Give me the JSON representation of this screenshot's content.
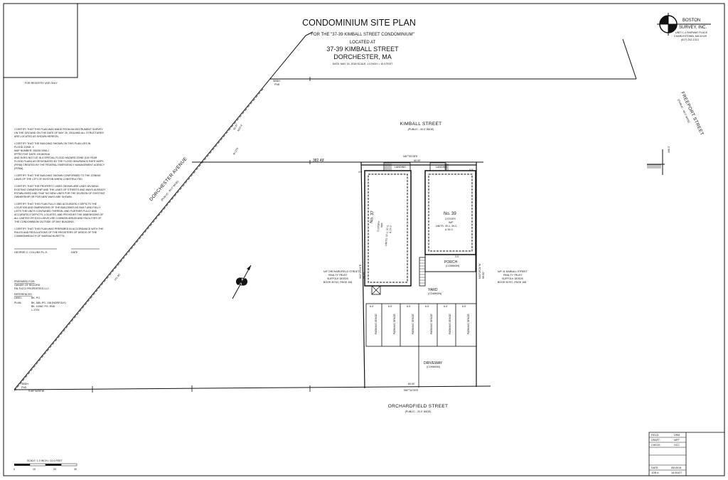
{
  "title": {
    "main": "CONDOMINIUM SITE PLAN",
    "for_line": "FOR THE \"37-39 KIMBALL STREET CONDOMINIUM\"",
    "located_at": "LOCATED AT",
    "address1": "37-39 KIMBALL STREET",
    "address2": "DORCHESTER, MA",
    "date_scale": "DATE: MAY 15, 2018      SCALE: 1.0 INCH = 10.0 FEET"
  },
  "company": {
    "name1": "BOSTON",
    "name2": "SURVEY, INC.",
    "addr1": "UNIT C-4 SHIPWAY PLACE",
    "addr2": "CHARLESTOWN, MA 02129",
    "phone": "(617) 242-1313"
  },
  "registry": "FOR REGISTRY USE ONLY",
  "certifications": {
    "c1": [
      "I CERTIFY THAT THIS PLAN WAS MADE FROM AN INSTRUMENT SURVEY",
      "ON THE GROUND ON THE DATE OF MAY 29, 2018 AND ALL STRUCTURES",
      "ARE LOCATED AS SHOWN HEREON."
    ],
    "c2": [
      "I CERTIFY THAT THE BUILDING SHOWN ON THIS PLAN LIES IN",
      "FLOOD ZONE:        X",
      "MAP NUMBER:      25025C0081J",
      "EFFECTIVE DATE:   03/16/2016",
      "AND DOES NOT LIE IN A SPECIAL FLOOD HAZARD ZONE (100 YEAR",
      "FLOOD PLAIN) AS DESIGNATED BY THE FLOOD INSURANCE RATE MAPS",
      "(FIRM) CREATED BY THE FEDERAL EMERGENCY MANAGEMENT AGENCY",
      "(FEMA)."
    ],
    "c3": [
      "I CERTIFY THAT THE BUILDING SHOWN CONFORMED TO THE ZONING",
      "LAWS OF THE CITY OF BOSTON WHEN CONSTRUCTED."
    ],
    "c4": [
      "I CERTIFY THAT THE PROPERTY LINES SHOWN ARE LINES DIVIDING",
      "EXISTING OWNERSHIP AND THE LINES OF STREETS AND WAYS ALREADY",
      "ESTABLISHED AND THAT NO NEW LINES FOR THE DIVISION OF EXISTING",
      "OWNERSHIP OR FOR NEW WAYS ARE SHOWN."
    ],
    "c5": [
      "I CERTIFY THAT THIS PLAN FULLY AND ACCURATELY DEPICTS THE",
      "LOCATION AND DIMENSIONS OF THE BUILDINGS AS BUILT AND FULLY",
      "LISTS THE UNITS CONTAINED THEREIN, AND FURTHER FULLY AND",
      "ACCURATELY DEPICTS, LOCATES, AND PROVIDES THE DIMENSIONS OF",
      "ALL LIMITED OR EXCLUSIVE USE COMMON AREAS AND FACILITIES OF",
      "THE CONDOMINIUM OUTSIDE OF ANY BUILDING."
    ],
    "c6": [
      "I CERTIFY THAT THIS PLAN WAS PREPARED IN ACCORDANCE WITH THE",
      "RULES AND REGULATIONS OF THE REGISTERS OF DEEDS OF THE",
      "COMMONWEALTH OF MASSACHUSETTS."
    ]
  },
  "signature": {
    "name": "GEORGE C. COLLINS   P.L.S.",
    "date": "DATE"
  },
  "prepared": {
    "label": "PREPARED FOR:",
    "l1": "OWNER OF RECORD",
    "l2": "FALTUCCI PROPERTIES LLC"
  },
  "references": {
    "label": "REFERENCES:",
    "deed_k": "DEED:",
    "deed_v": "BK. PG.",
    "plan_k": "PLAN:",
    "plan_v1": "BK. 585, PG. 138 (NORFOLK)",
    "plan_v2": "BK. 11560, PG. END",
    "plan_v3": "L-1723"
  },
  "streets": {
    "kimball": "KIMBALL STREET",
    "kimball_sub": "(PUBLIC - 40.0' WIDE)",
    "orchardfield": "ORCHARDFIELD STREET",
    "orchardfield_sub": "(PUBLIC - 20.0' WIDE)",
    "dorchester": "DORCHESTER AVENUE",
    "dorchester_sub": "(PUBLIC - 80.0' WIDE)",
    "freeport": "FREEPORT STREET",
    "freeport_sub": "(PUBLIC - 40.0' WIDE)"
  },
  "dims": {
    "kimball_left": "382.49'",
    "top_bearing": "N87°05'28\"E",
    "top_dist": "60.00'",
    "bottom_bearing": "N87°34'39\"E",
    "bottom_dist": "60.00'",
    "bottom_left": "S 85°34'39\"W",
    "diag_bearing": "N33°4'",
    "diag_len": "50.47'",
    "diag_long": "141.90'",
    "diag_arc": "R=270'",
    "right_far": "196.3'",
    "left_bearing": "S02°25'21\"E",
    "left_dist": "99.00'",
    "right_bearing": "N02°25'21\"W",
    "right_dist": "99.00'",
    "d49a": "4.9'",
    "d55": "5.5'",
    "d49b": "4.9'",
    "d35": "3.5'",
    "d65": "6.5'"
  },
  "found": {
    "sbdh": "SBDH",
    "fnd": "FND"
  },
  "buildings": {
    "b37": {
      "no": "No. 37",
      "story": "3 STORY",
      "wf": "W/F",
      "units": "UNITS: 37-1, 37-2,",
      "units2": "& 37-3"
    },
    "b39": {
      "no": "No. 39",
      "story": "3 STORY",
      "wf": "W/F",
      "units": "UNITS: 39-1, 39-2,",
      "units2": "& 39-3"
    },
    "landing": "LANDING",
    "common": "(COMMON)",
    "porch": "PORCH",
    "yard": "YARD",
    "driveway": "DRIVEWAY",
    "parking": "PARKING SPACE"
  },
  "abutters": {
    "left": [
      "N/F ORCHARDFIELD STREET",
      "REALTY TRUST",
      "SUFFOLK DEEDS",
      "BOOK 40742, PAGE 108"
    ],
    "right": [
      "N/F 41 KIMBALL STREET",
      "REALTY TRUST",
      "SUFFOLK DEEDS",
      "BOOK 50767, PAGE 158"
    ]
  },
  "scalebar": {
    "label": "SCALE: 1.0 INCH = 10.0 FEET",
    "ticks": [
      "0",
      "10",
      "20",
      "30"
    ]
  },
  "titleblock": [
    {
      "k": "FIELD:",
      "v": "DRM"
    },
    {
      "k": "DRAFT:",
      "v": "MFP"
    },
    {
      "k": "CHECK:",
      "v": "GCC"
    },
    {
      "k": "",
      "v": ""
    },
    {
      "k": "DATE:",
      "v": "05/15/18"
    },
    {
      "k": "JOB #:",
      "v": "18-00427"
    }
  ]
}
